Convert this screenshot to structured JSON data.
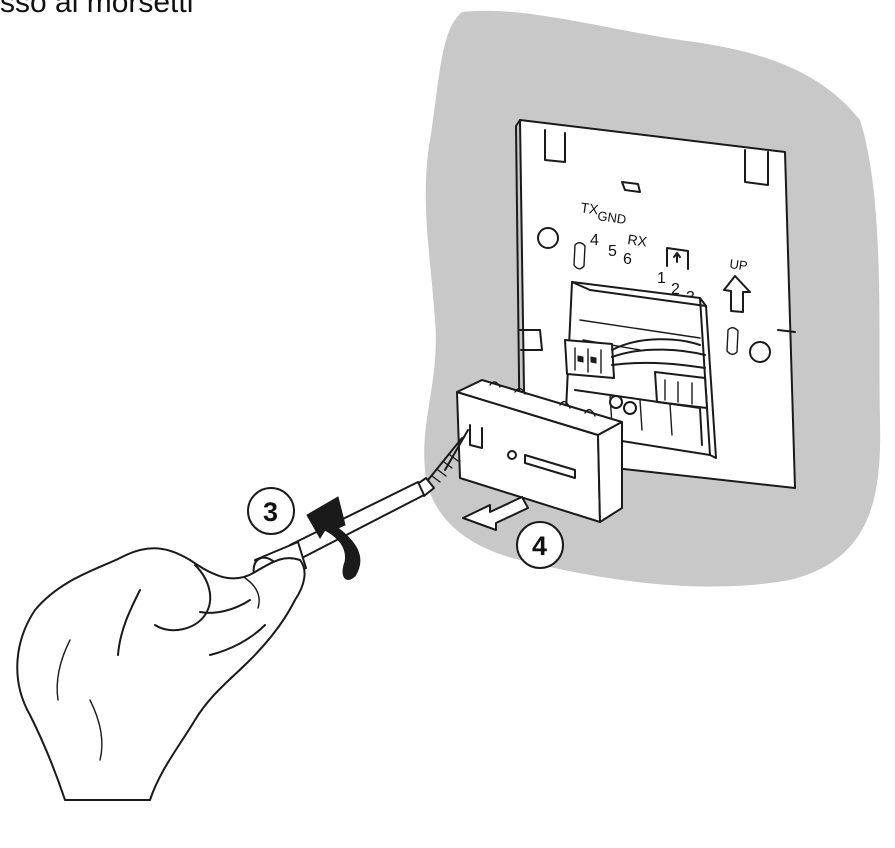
{
  "caption": "sso ai morsetti",
  "terminal_block": {
    "group_a": {
      "labels": [
        "TX",
        "GND",
        "RX"
      ],
      "numbers": [
        "4",
        "5",
        "6"
      ]
    },
    "group_b": {
      "numbers": [
        "1",
        "2",
        "3"
      ]
    },
    "up_label": "UP"
  },
  "steps": [
    {
      "number": "3"
    },
    {
      "number": "4"
    }
  ],
  "colors": {
    "wall": "#c8c8c8",
    "line": "#1a1a1a",
    "background": "#ffffff"
  }
}
